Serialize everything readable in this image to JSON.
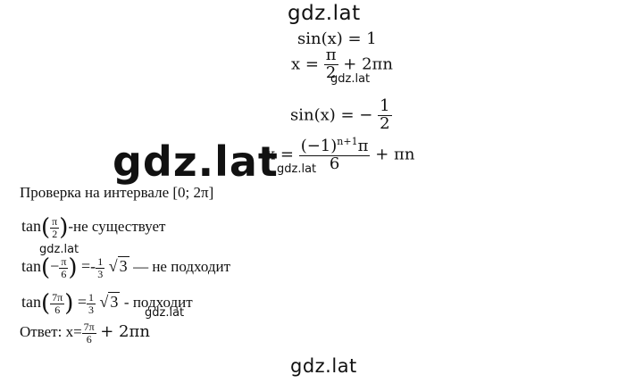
{
  "watermarks": {
    "top": "gdz.lat",
    "bottom": "gdz.lat",
    "big": "gdz.lat",
    "small": "gdz.lat"
  },
  "eq1": "sin(x) = 1",
  "eq2": {
    "lhs": "x =",
    "num": "π",
    "den": "2",
    "tail": "+ 2πn"
  },
  "eq3": {
    "lhs": "sin(x) = −",
    "num": "1",
    "den": "2"
  },
  "eq4": {
    "lhs": "x =",
    "num": "(−1)",
    "num_sup": "n+1",
    "num_tail": "π",
    "den": "6",
    "tail": "+ πn"
  },
  "check_title": "Проверка на интервале [0; 2π]",
  "row1": {
    "fn": "tan",
    "num": "π",
    "den": "2",
    "text": "-не существует"
  },
  "row2": {
    "fn": "tan",
    "sign": "−",
    "num": "π",
    "den": "6",
    "eq": "=-",
    "fnum": "1",
    "fden": "3",
    "root": "3",
    "text": "— не подходит"
  },
  "row3": {
    "fn": "tan",
    "num": "7π",
    "den": "6",
    "eq": "=",
    "fnum": "1",
    "fden": "3",
    "root": "3",
    "text": "- подходит"
  },
  "answer": {
    "label": "Ответ: x=",
    "num": "7π",
    "den": "6",
    "tail": "+ 2πn"
  }
}
